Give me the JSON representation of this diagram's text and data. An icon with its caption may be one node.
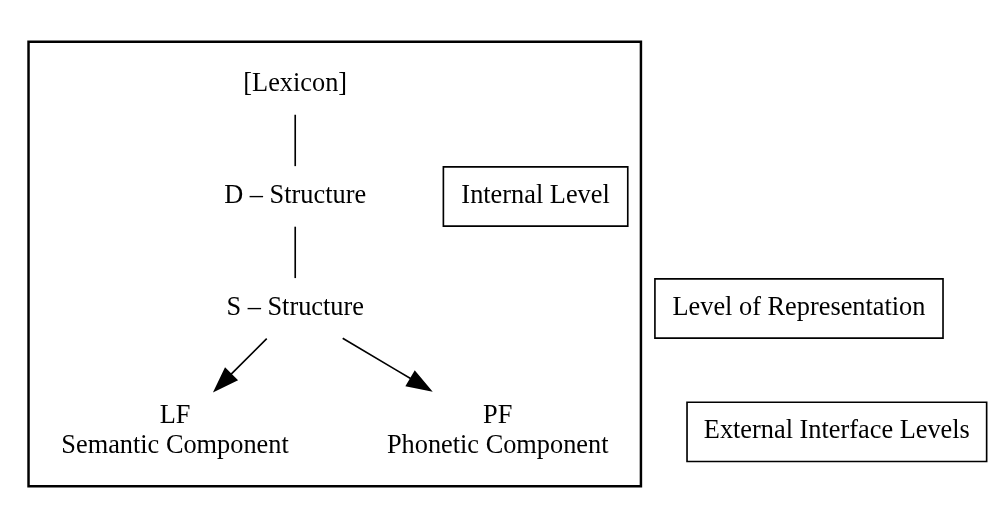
{
  "diagram": {
    "nodes": [
      {
        "text": [],
        "shape": "box"
      },
      {
        "text": [
          "[Lexicon]"
        ],
        "in": 0
      },
      {
        "text": [
          "D – Structure"
        ],
        "in": 0
      },
      {
        "text": [
          "S – Structure"
        ],
        "in": 0
      },
      {
        "text": [
          "LF",
          "Semantic Component"
        ],
        "in": 0
      },
      {
        "text": [
          "PF",
          "Phonetic Component"
        ],
        "in": 0
      },
      {
        "text": [
          "Internal Level"
        ],
        "in": 0
      },
      {
        "text": [
          "Level of Representation"
        ]
      },
      {
        "text": [
          "External Interface Levels"
        ]
      }
    ],
    "edges": [
      {
        "from": 1,
        "to": 2,
        "arrow": "none"
      },
      {
        "from": 2,
        "to": 3,
        "arrow": "none"
      },
      {
        "from": 3,
        "to": 4,
        "arrow": "to"
      },
      {
        "from": 3,
        "to": 5,
        "arrow": "to"
      }
    ]
  }
}
